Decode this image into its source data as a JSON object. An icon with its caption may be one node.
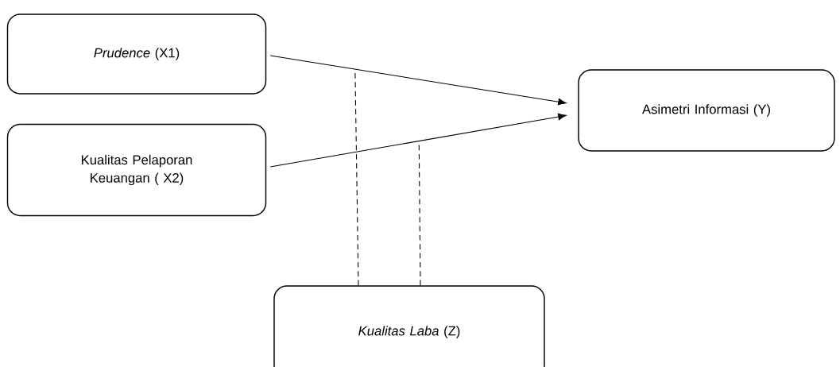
{
  "diagram": {
    "nodes": [
      {
        "text": [
          "*Prudence* (X1)"
        ]
      },
      {
        "text": [
          "Kualitas Pelaporan Keuangan ( X2)"
        ]
      },
      {
        "text": [
          "Asimetri Informasi (Y)"
        ]
      },
      {
        "text": [
          "*Kualitas Laba* (Z)"
        ]
      }
    ],
    "edges": [
      {
        "from": 0,
        "to": 2,
        "arrow": "to"
      },
      {
        "from": 1,
        "to": 2,
        "arrow": "to"
      },
      {
        "from": 3,
        "to": null,
        "arrow": "none",
        "style": "dashed"
      },
      {
        "from": 3,
        "to": null,
        "arrow": "none",
        "style": "dashed"
      }
    ]
  }
}
